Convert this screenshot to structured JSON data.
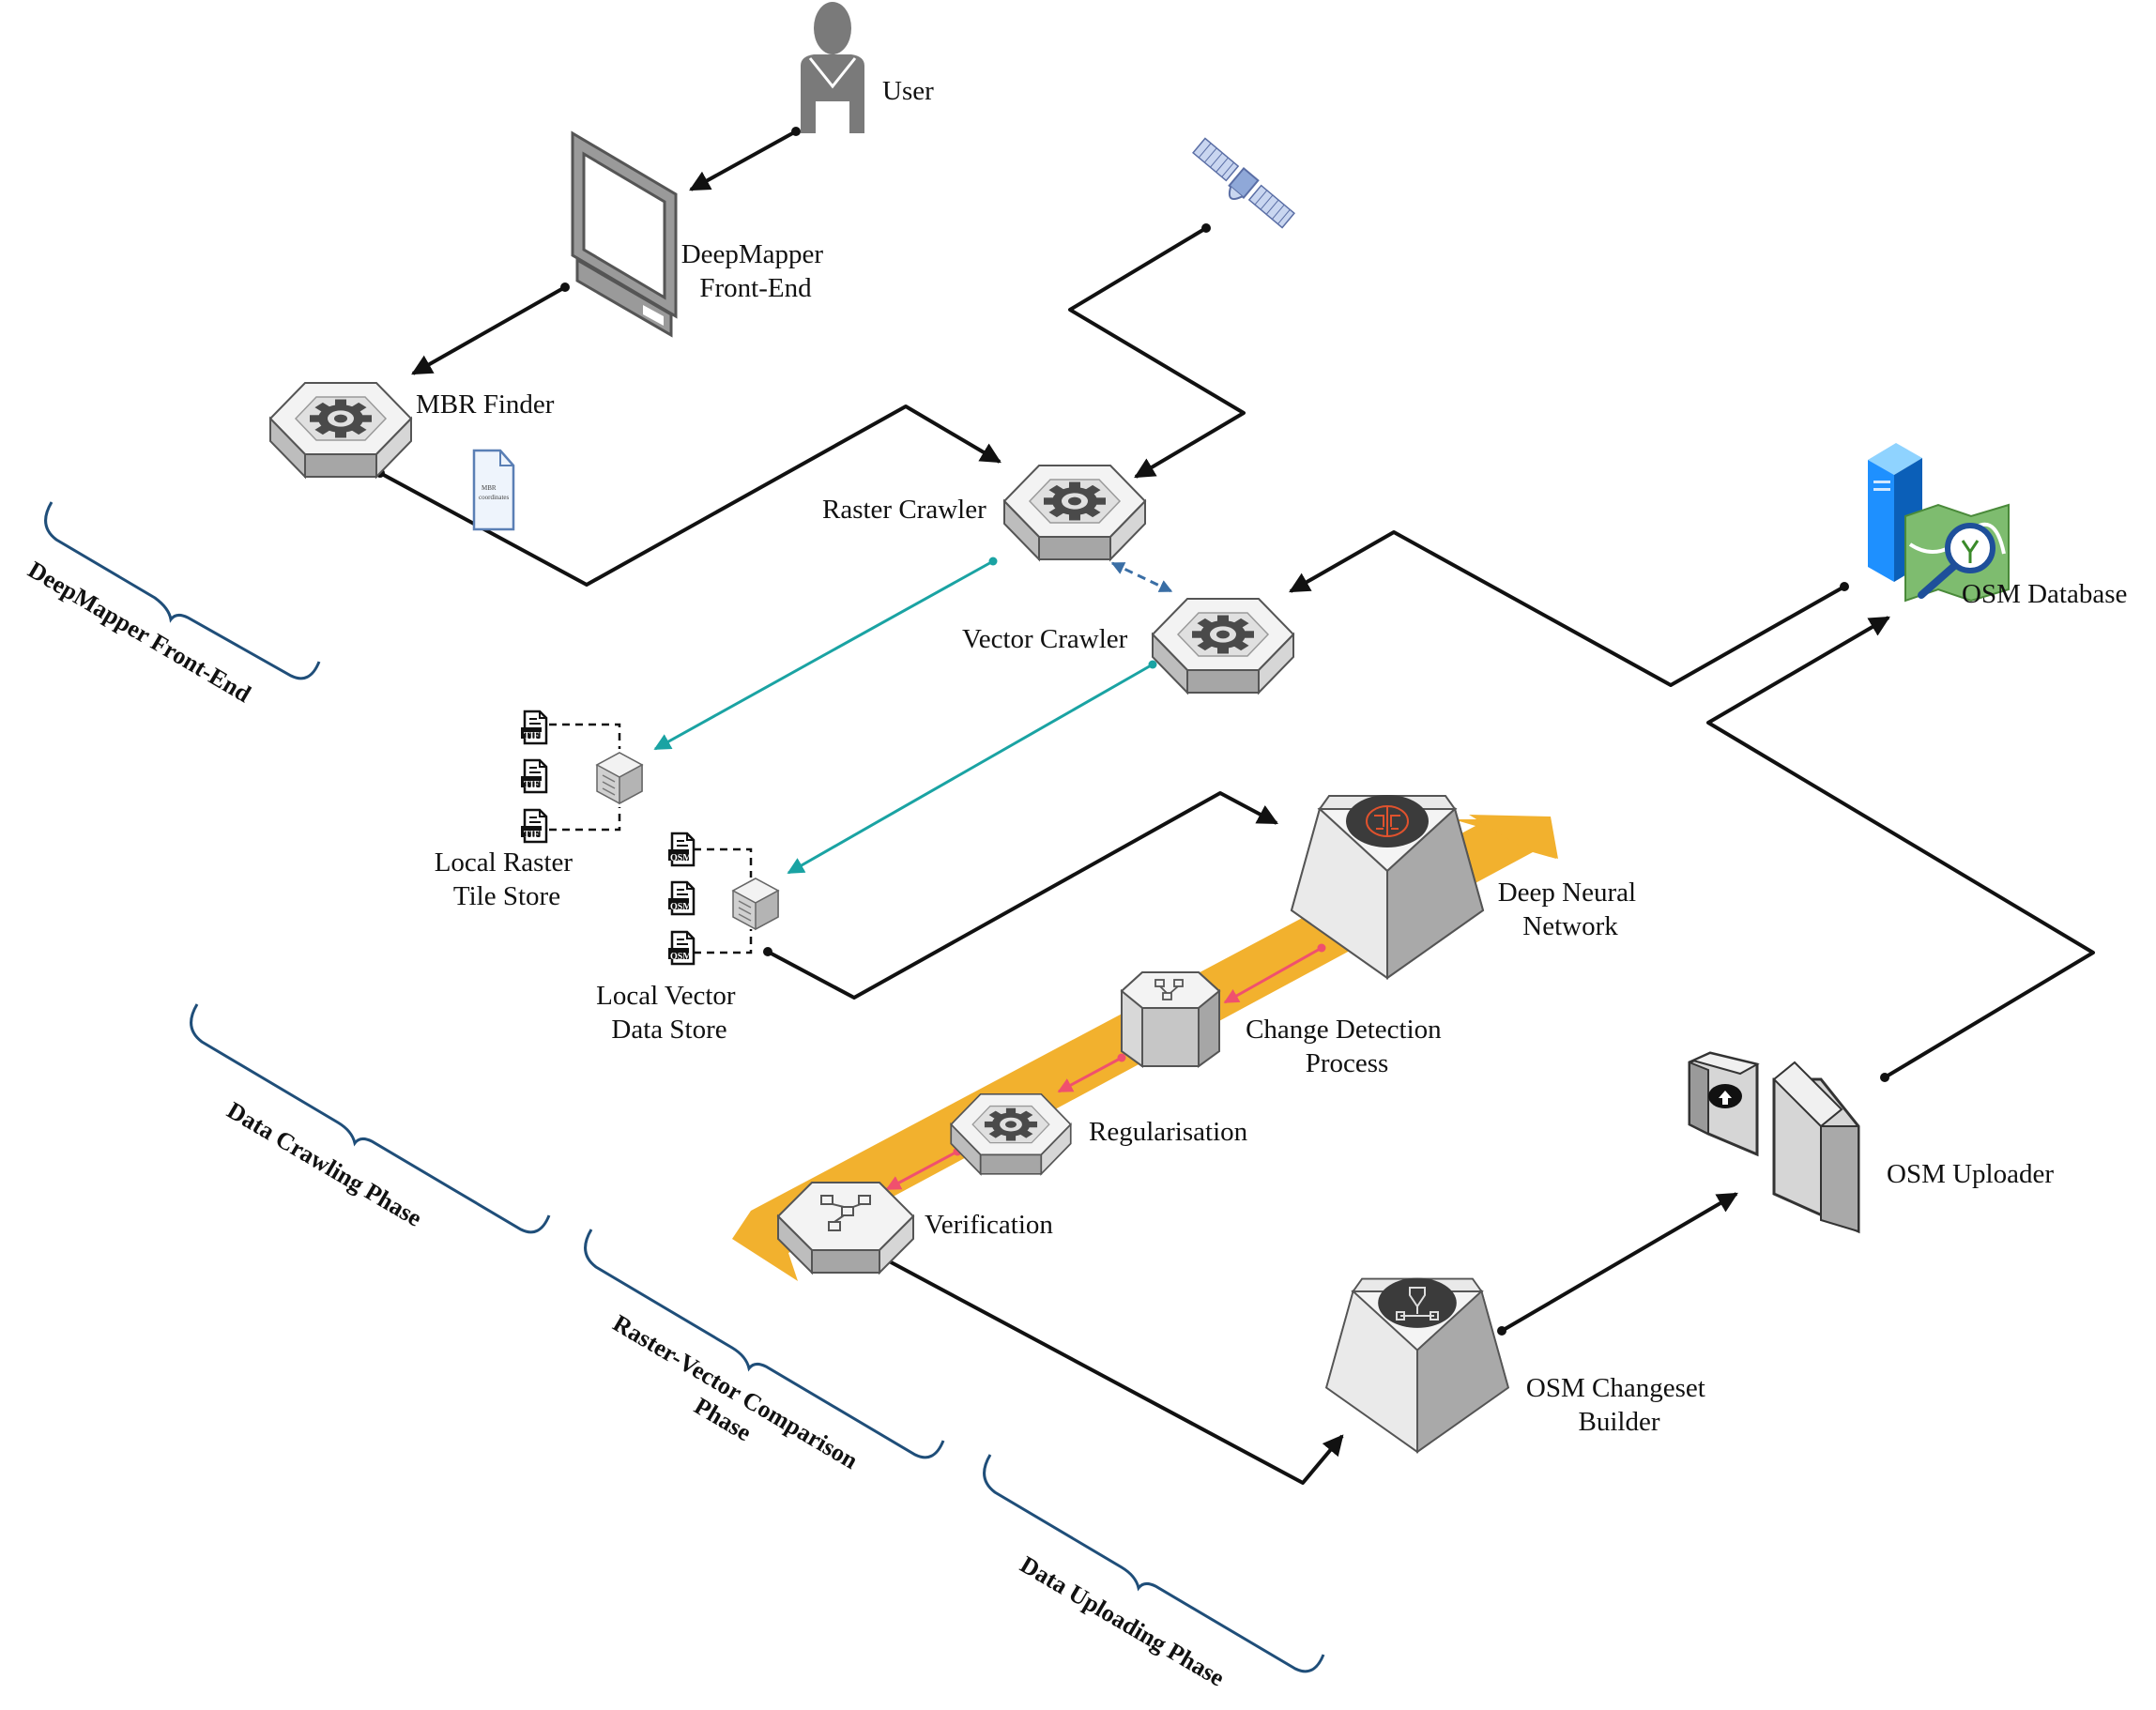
{
  "nodes": {
    "user": "User",
    "front_end": [
      "DeepMapper",
      "Front-End"
    ],
    "mbr_finder": "MBR Finder",
    "mbr_doc": [
      "MBR",
      "coordinates"
    ],
    "raster_crawler": "Raster Crawler",
    "vector_crawler": "Vector Crawler",
    "raster_store": [
      "Local Raster",
      "Tile Store"
    ],
    "vector_store": [
      "Local Vector",
      "Data Store"
    ],
    "dnn": [
      "Deep Neural",
      "Network"
    ],
    "change_detection": [
      "Change Detection",
      "Process"
    ],
    "regularisation": "Regularisation",
    "verification": "Verification",
    "changeset_builder": [
      "OSM Changeset",
      "Builder"
    ],
    "uploader": "OSM Uploader",
    "osm_database": "OSM Database"
  },
  "file_badges": {
    "raster": "TIFF",
    "vector": "OSM"
  },
  "phases": {
    "front_end": "DeepMapper Front-End",
    "crawling": "Data Crawling Phase",
    "comparison": [
      "Raster-Vector Comparison",
      "Phase"
    ],
    "uploading": "Data Uploading Phase"
  },
  "colors": {
    "flow": "#111111",
    "crawl_arrow": "#1aa3a3",
    "sync_arrow": "#3a6ea5",
    "pipeline_band": "#f2b12e",
    "pipeline_arrow": "#f0506e",
    "phase_brace": "#1f4e79"
  }
}
